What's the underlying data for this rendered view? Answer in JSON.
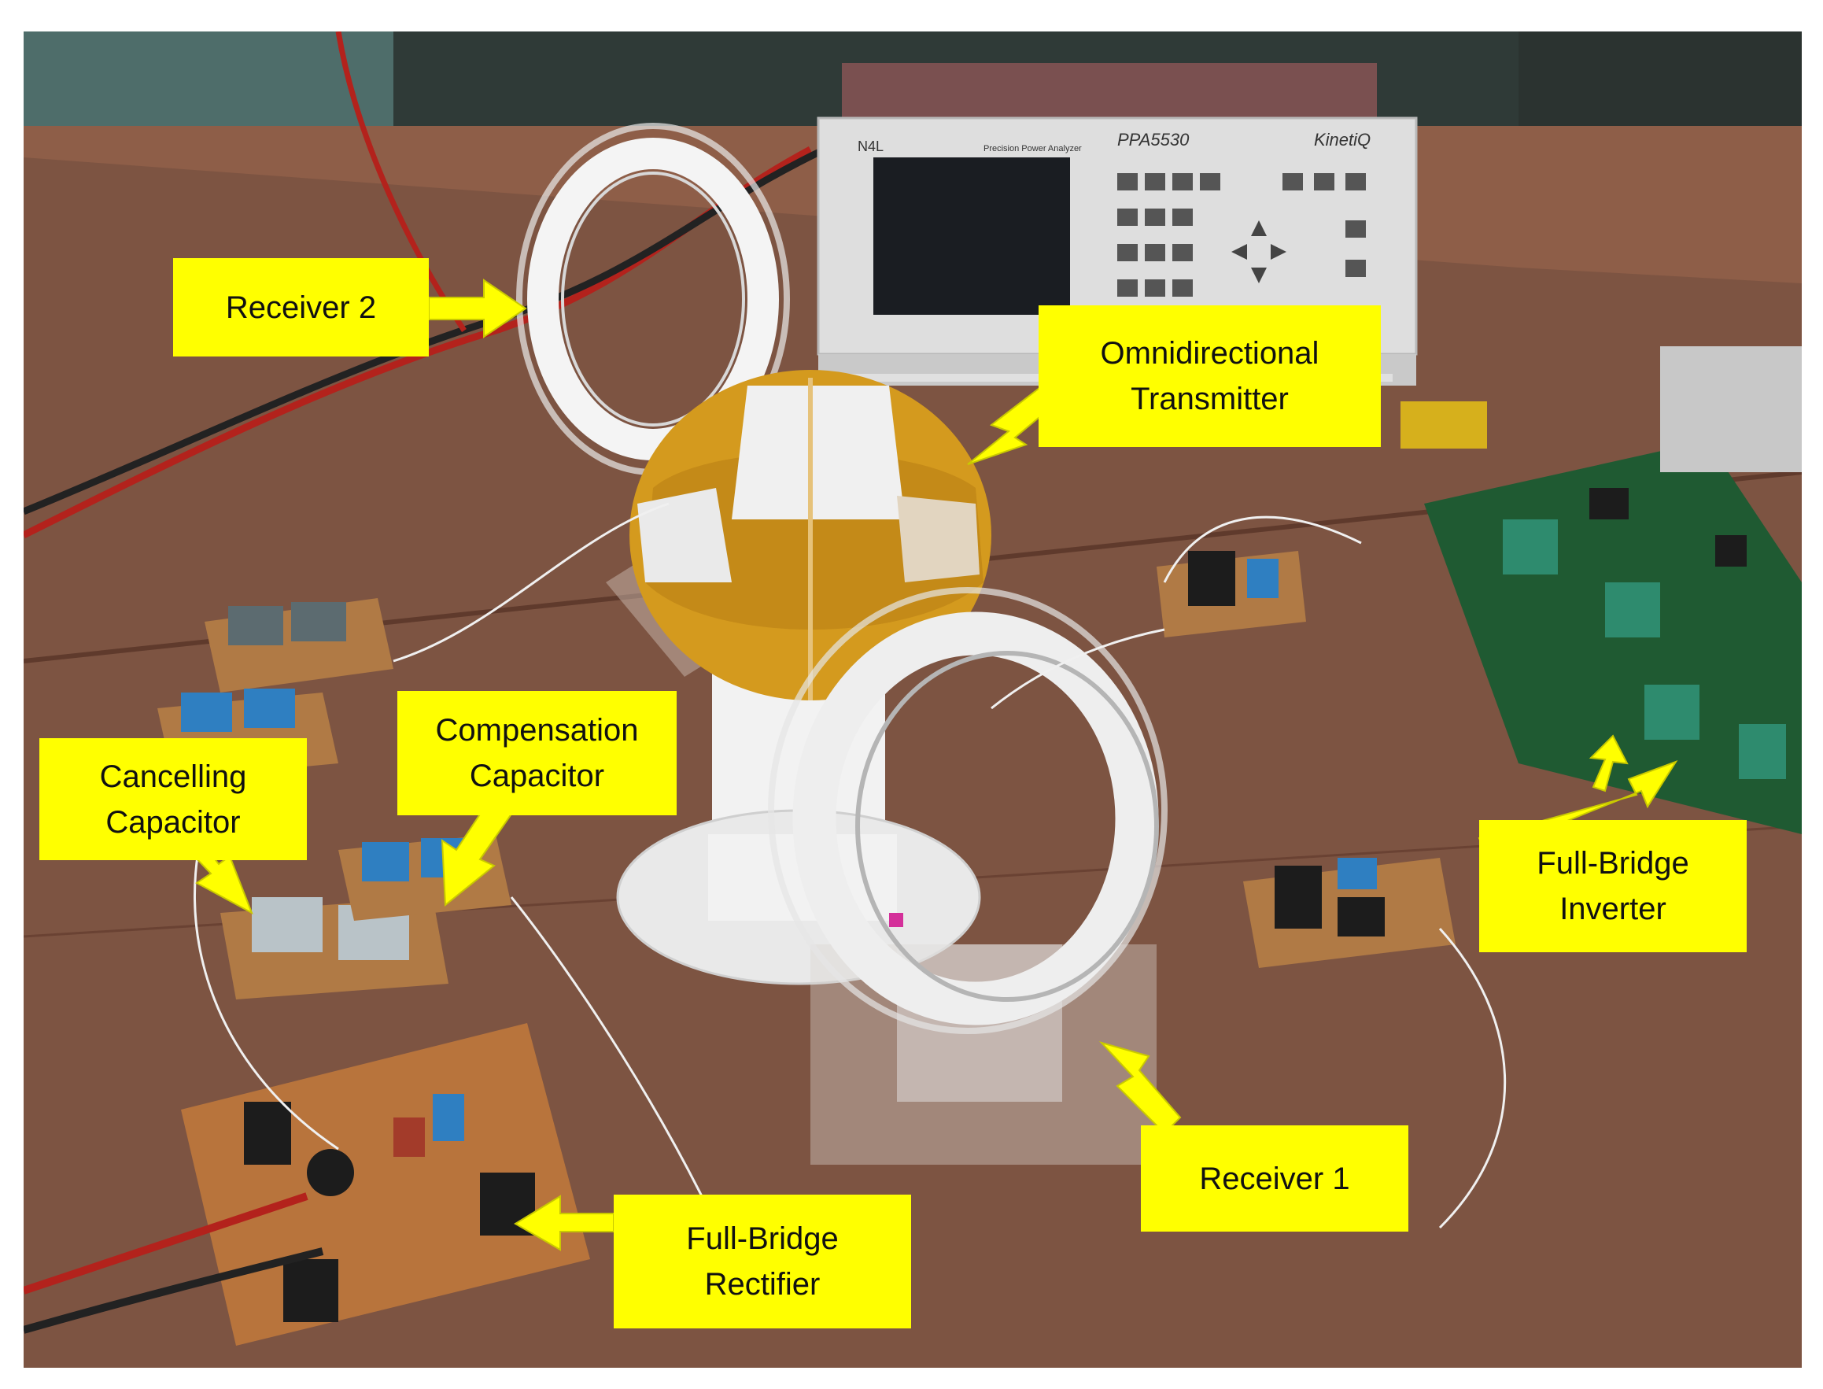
{
  "labels": {
    "receiver2": "Receiver 2",
    "transmitter": [
      "Omnidirectional",
      "Transmitter"
    ],
    "compensation": [
      "Compensation",
      "Capacitor"
    ],
    "cancelling": [
      "Cancelling",
      "Capacitor"
    ],
    "inverter": [
      "Full-Bridge",
      "Inverter"
    ],
    "receiver1": "Receiver 1",
    "rectifier": [
      "Full-Bridge",
      "Rectifier"
    ]
  },
  "instrument": {
    "brand": "N4L",
    "model": "PPA5530",
    "subtitle": "Precision Power Analyzer",
    "series": "KinetiQ"
  },
  "colors": {
    "label_bg": "#ffff00",
    "arrow": "#ffff00",
    "table": "#8a5a40",
    "pcb_green": "#1f5a32",
    "kapton": "#d49a1e"
  }
}
